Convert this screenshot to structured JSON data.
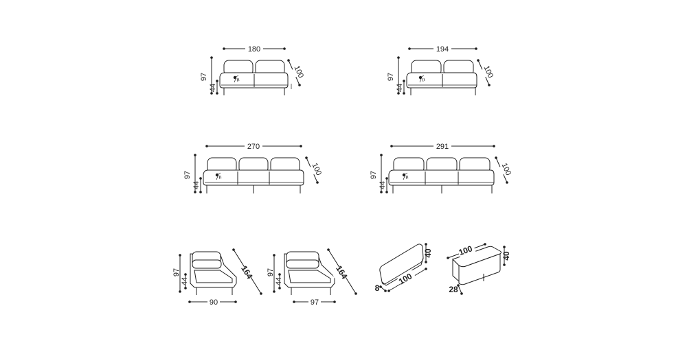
{
  "sofa_180": {
    "width": "180",
    "depth": "100",
    "height": "97",
    "seat_height": "44"
  },
  "sofa_194": {
    "width": "194",
    "depth": "100",
    "height": "97",
    "seat_height": "44"
  },
  "sofa_270": {
    "width": "270",
    "depth": "100",
    "height": "97",
    "seat_height": "44"
  },
  "sofa_291": {
    "width": "291",
    "depth": "100",
    "height": "97",
    "seat_height": "44"
  },
  "chaise_90": {
    "width": "90",
    "depth": "164",
    "height": "97",
    "seat_height": "44"
  },
  "chaise_97": {
    "width": "97",
    "depth": "164",
    "height": "97",
    "seat_height": "44"
  },
  "cushion": {
    "length": "100",
    "height": "40",
    "thickness": "8"
  },
  "pouf": {
    "length": "100",
    "height": "40",
    "depth": "28"
  }
}
